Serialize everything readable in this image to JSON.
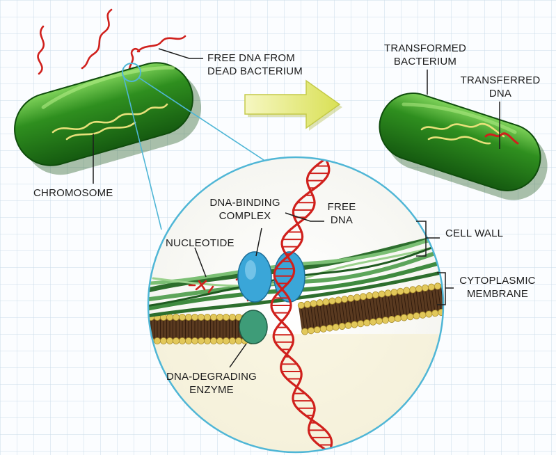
{
  "labels": {
    "free_dna_dead_1": "FREE DNA FROM",
    "free_dna_dead_2": "DEAD BACTERIUM",
    "transformed_1": "TRANSFORMED",
    "transformed_2": "BACTERIUM",
    "transferred_1": "TRANSFERRED",
    "transferred_2": "DNA",
    "chromosome": "CHROMOSOME",
    "dna_binding_1": "DNA-BINDING",
    "dna_binding_2": "COMPLEX",
    "free_dna_1": "FREE",
    "free_dna_2": "DNA",
    "nucleotide": "NUCLEOTIDE",
    "cell_wall": "CELL WALL",
    "cytoplasmic_1": "CYTOPLASMIC",
    "cytoplasmic_2": "MEMBRANE",
    "degrading_1": "DNA-DEGRADING",
    "degrading_2": "ENZYME"
  },
  "colors": {
    "grid_line": "#c9dbe8",
    "bacterium_green": "#2f8f1f",
    "bacterium_dark": "#155a10",
    "chromosome_yellow": "#e8e07a",
    "dna_red": "#d0201c",
    "arrow_yellow": "#eef07a",
    "zoom_circle_stroke": "#4fb6d6",
    "cell_wall_green": "#3f8a3f",
    "protein_blue": "#3aa6d8",
    "enzyme_teal": "#3e9c78",
    "membrane_head_yellow": "#e2c85a",
    "membrane_tail_brown": "#5a3a20"
  }
}
